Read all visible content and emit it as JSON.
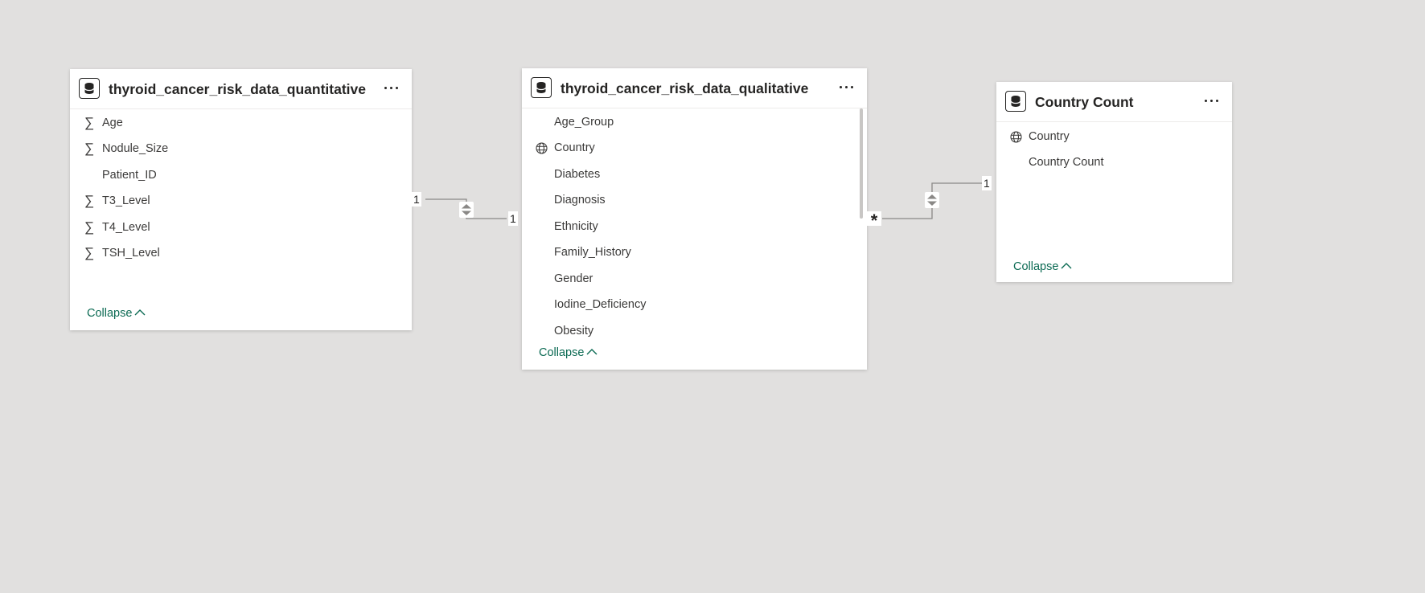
{
  "tables": [
    {
      "title": "thyroid_cancer_risk_data_quantitative",
      "icon": "database-table-icon",
      "fields": [
        {
          "label": "Age",
          "icon": "sigma-icon"
        },
        {
          "label": "Nodule_Size",
          "icon": "sigma-icon"
        },
        {
          "label": "Patient_ID",
          "icon": ""
        },
        {
          "label": "T3_Level",
          "icon": "sigma-icon"
        },
        {
          "label": "T4_Level",
          "icon": "sigma-icon"
        },
        {
          "label": "TSH_Level",
          "icon": "sigma-icon"
        }
      ],
      "collapse_label": "Collapse"
    },
    {
      "title": "thyroid_cancer_risk_data_qualitative",
      "icon": "database-table-icon",
      "fields": [
        {
          "label": "Age_Group",
          "icon": ""
        },
        {
          "label": "Country",
          "icon": "globe-icon"
        },
        {
          "label": "Diabetes",
          "icon": ""
        },
        {
          "label": "Diagnosis",
          "icon": ""
        },
        {
          "label": "Ethnicity",
          "icon": ""
        },
        {
          "label": "Family_History",
          "icon": ""
        },
        {
          "label": "Gender",
          "icon": ""
        },
        {
          "label": "Iodine_Deficiency",
          "icon": ""
        },
        {
          "label": "Obesity",
          "icon": ""
        }
      ],
      "collapse_label": "Collapse"
    },
    {
      "title": "Country Count",
      "icon": "database-table-icon",
      "fields": [
        {
          "label": "Country",
          "icon": "globe-icon"
        },
        {
          "label": "Country Count",
          "icon": ""
        }
      ],
      "collapse_label": "Collapse"
    }
  ],
  "relationships": [
    {
      "from_card": "1",
      "to_card": "1",
      "filter": "both-directions"
    },
    {
      "from_card": "*",
      "to_card": "1",
      "filter": "both-directions"
    }
  ],
  "colors": {
    "canvas": "#e1e0df",
    "card": "#ffffff",
    "text": "#252423",
    "link": "#0b6a53",
    "connector": "#8a8886"
  }
}
